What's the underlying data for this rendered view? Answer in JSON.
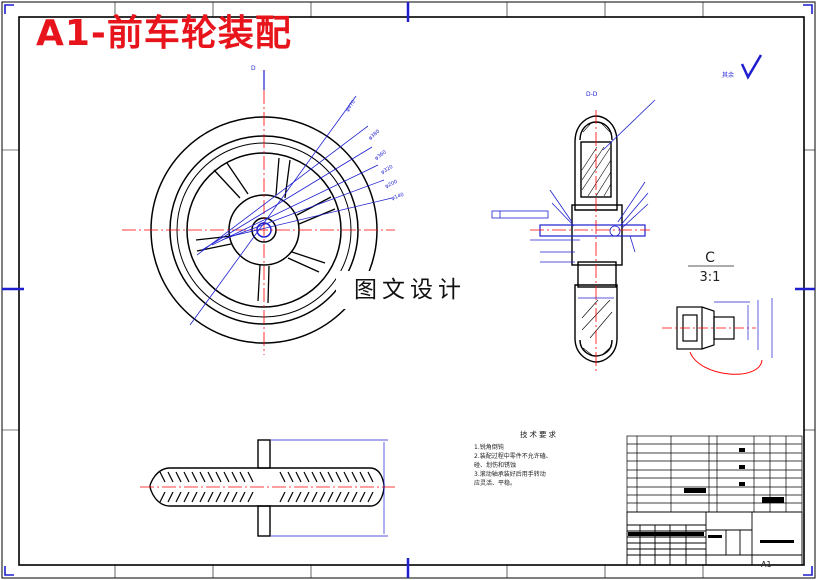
{
  "drawing": {
    "title": "A1-前车轮装配",
    "watermark": "图文设计",
    "finish_note": "其余",
    "section_label": "D-D",
    "detail_label": "C",
    "detail_scale": "3:1",
    "sheet_size": "A1",
    "colors": {
      "line": "#0000ff",
      "title": "#e8141c",
      "frame": "#000000",
      "center_line": "#ff0000"
    }
  },
  "technical_requirements": {
    "title": "技术要求",
    "lines": [
      "1.锐角倒钝",
      "2.装配过程中零件不允许磕、",
      "碰、划伤和锈蚀",
      "3.滚动轴承装好后用手转动",
      "应灵活、平稳。"
    ]
  }
}
